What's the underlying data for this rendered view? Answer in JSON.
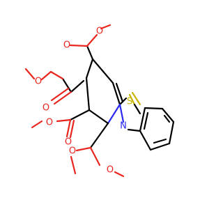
{
  "molecule": {
    "atoms": {
      "S": {
        "symbol": "S",
        "color": "#c9b500"
      },
      "N": {
        "symbol": "N",
        "color": "#2b2bf0"
      },
      "O": {
        "symbol": "O",
        "color": "#e8261f"
      }
    }
  }
}
